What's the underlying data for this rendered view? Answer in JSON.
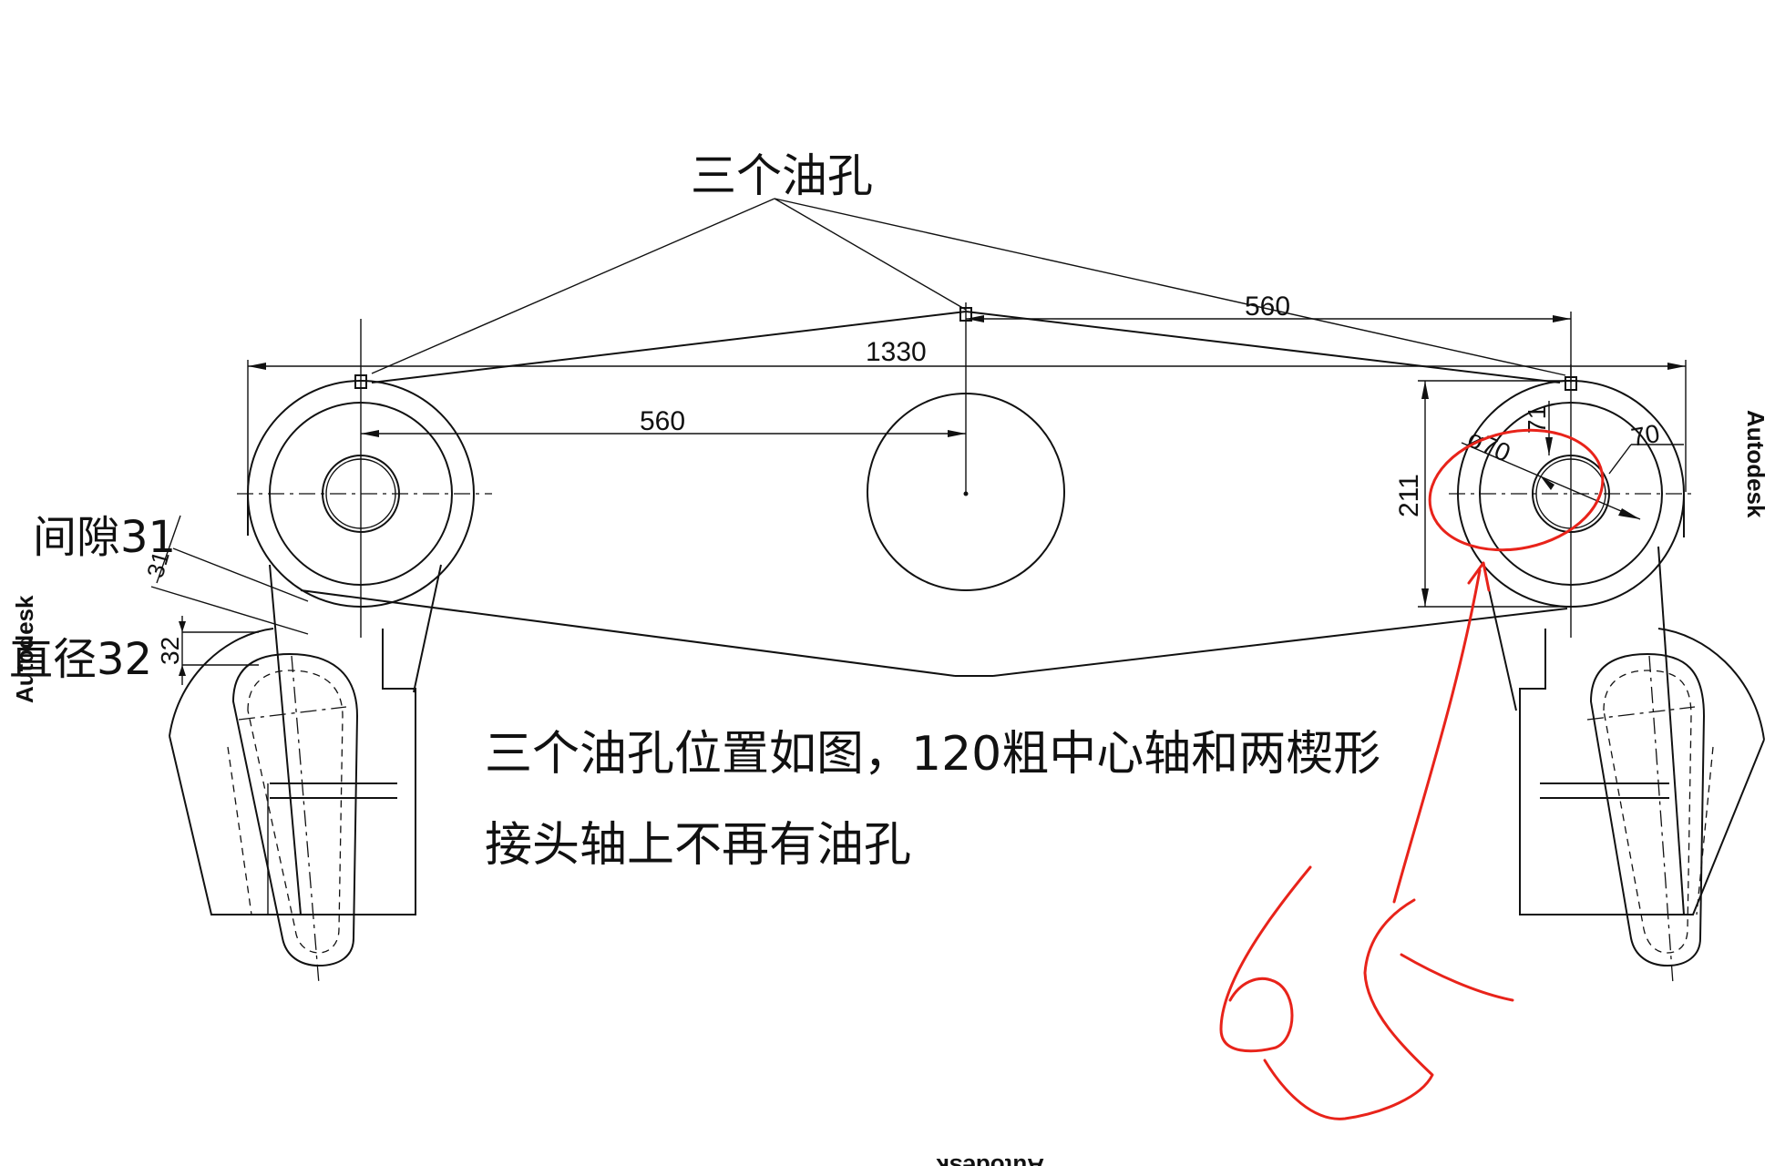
{
  "callouts": {
    "oil_holes_title": "三个油孔",
    "gap_label": "间隙31",
    "diameter_label": "直径32"
  },
  "dimensions": {
    "overall_width": "1330",
    "left_spacing": "560",
    "right_spacing": "560",
    "height": "211",
    "right_diameter": "ø70",
    "right_offset": "70",
    "vertical_71": "71",
    "small_31": "31",
    "small_32": "32"
  },
  "notes": {
    "line1": "三个油孔位置如图，120粗中心轴和两楔形",
    "line2": "接头轴上不再有油孔"
  },
  "handwritten": {
    "value": "65"
  },
  "watermark": {
    "text": "Autodesk"
  },
  "colors": {
    "ink": "#111111",
    "markup": "#e8231a",
    "background": "#ffffff"
  }
}
